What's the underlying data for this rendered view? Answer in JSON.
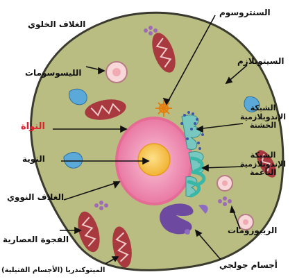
{
  "colors": {
    "cytoplasm": "#b9bd82",
    "membrane": "#3a3a2e",
    "nucleus": "#f4a6bf",
    "nucleolus": "#f7c64c",
    "mitochondria": "#a8393f",
    "lysosome": "#f7d7d7",
    "vacuole": "#5aa9d9",
    "rough_er": "#79c7c1",
    "golgi": "#6d4aa0",
    "ribosome": "#9e6bb5",
    "centrosome": "#f29d1f",
    "nucleus_label": "#e0202e",
    "text": "#111111"
  },
  "labels": {
    "cell_membrane": "الغلاف الخلوي",
    "centrosome": "السنتروسوم",
    "cytoplasm": "السيتوبلازم",
    "lysosomes": "الليسوسومات",
    "nucleus": "النواة",
    "nucleolus": "النوية",
    "rough_er_1": "الشبكة",
    "rough_er_2": "الإندوبلازمية",
    "rough_er_3": "الخشنة",
    "smooth_er_1": "الشبكة",
    "smooth_er_2": "الإندوبلازمية",
    "smooth_er_3": "الناعمة",
    "nuclear_envelope": "الغلاف النووي",
    "ribosomes": "الريبوزومات",
    "vacuole": "الفجوة العصارية",
    "golgi": "أجسام جولجي",
    "mitochondria": "الميتوكندريا (الأجسام الفتيلية)"
  }
}
